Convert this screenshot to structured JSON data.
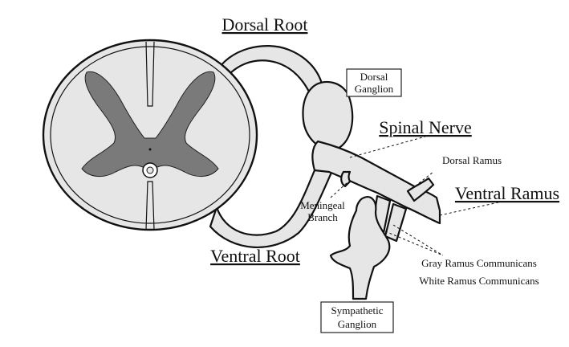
{
  "labels": {
    "dorsal_root": "Dorsal Root",
    "dorsal_ganglion_line1": "Dorsal",
    "dorsal_ganglion_line2": "Ganglion",
    "spinal_nerve": "Spinal Nerve",
    "dorsal_ramus": "Dorsal Ramus",
    "ventral_ramus": "Ventral Ramus",
    "meningeal_branch_line1": "Meningeal",
    "meningeal_branch_line2": "Branch",
    "ventral_root": "Ventral Root",
    "gray_ramus": "Gray Ramus Communicans",
    "white_ramus": "White Ramus Communicans",
    "sympathetic_ganglion_line1": "Sympathetic",
    "sympathetic_ganglion_line2": "Ganglion"
  },
  "colors": {
    "white_matter": "#e6e6e6",
    "gray_matter": "#7a7a7a",
    "outline": "#111111",
    "background": "#ffffff"
  }
}
